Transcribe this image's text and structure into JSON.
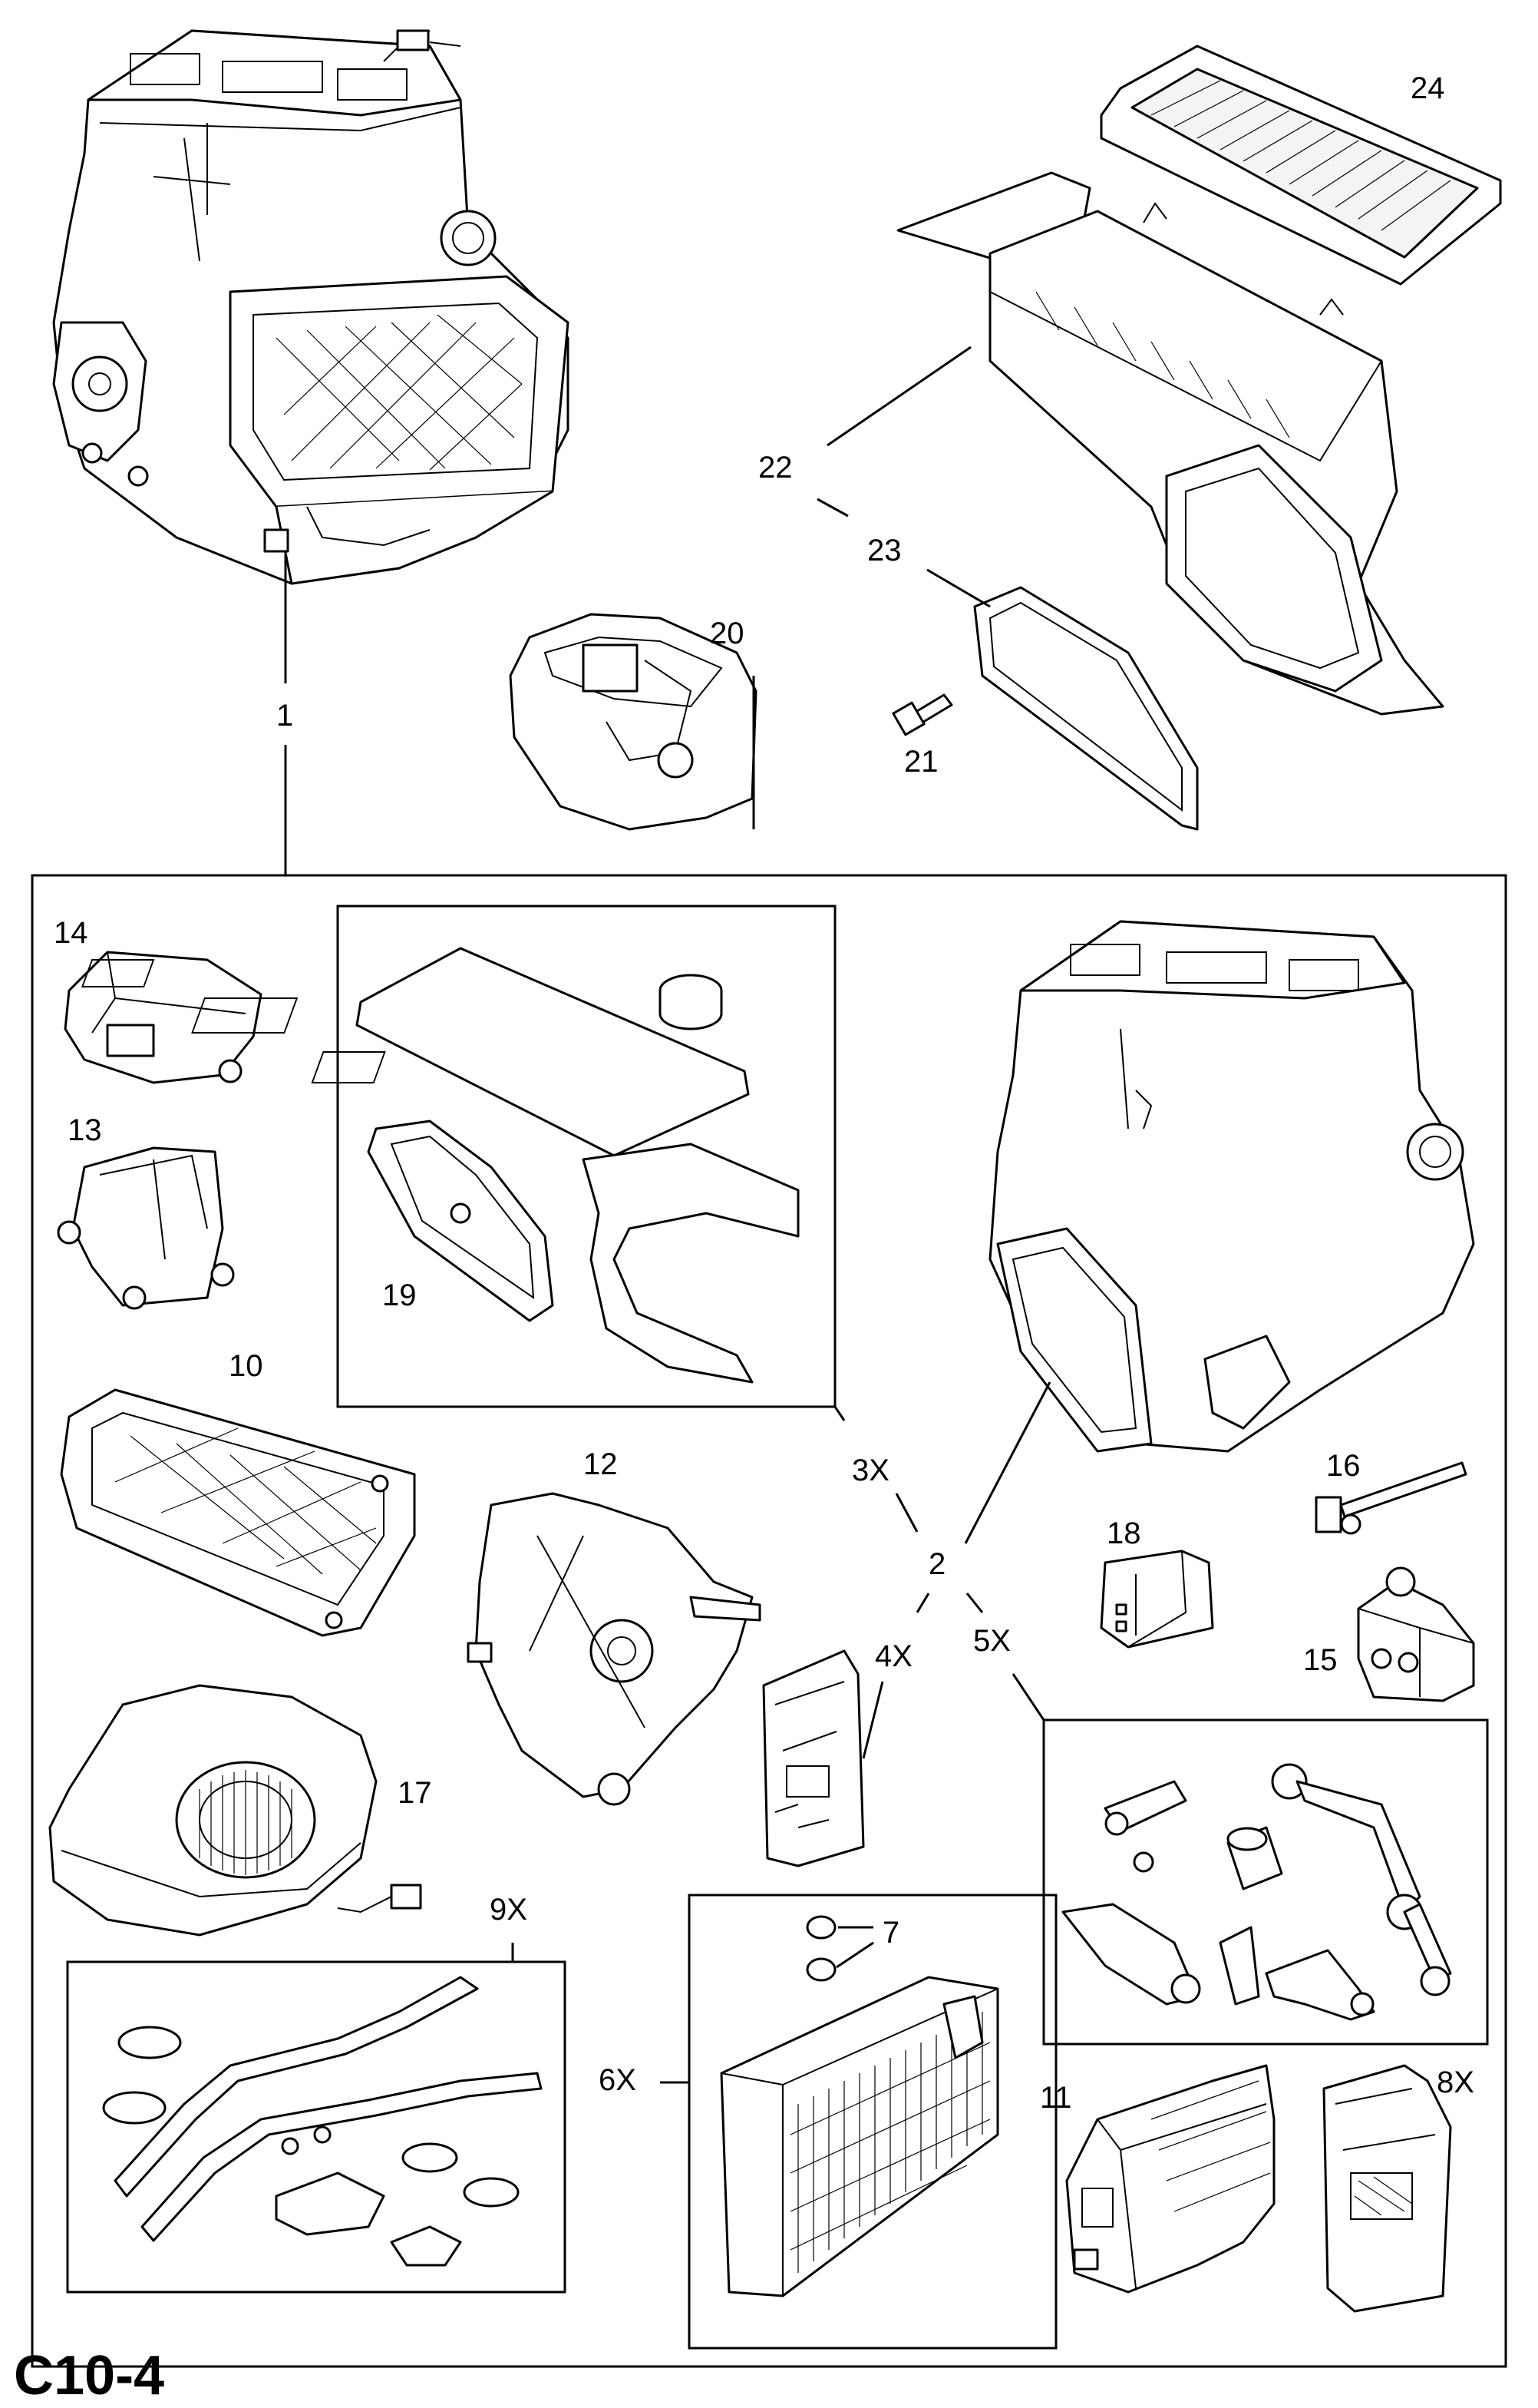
{
  "page_code": "C10-4",
  "callouts": {
    "c1": "1",
    "c2": "2",
    "c3x": "3X",
    "c4x": "4X",
    "c5x": "5X",
    "c6x": "6X",
    "c7": "7",
    "c8x": "8X",
    "c9x": "9X",
    "c10": "10",
    "c11": "11",
    "c12": "12",
    "c13": "13",
    "c14": "14",
    "c15": "15",
    "c16": "16",
    "c17": "17",
    "c18": "18",
    "c19": "19",
    "c20": "20",
    "c21": "21",
    "c22": "22",
    "c23": "23",
    "c24": "24"
  }
}
